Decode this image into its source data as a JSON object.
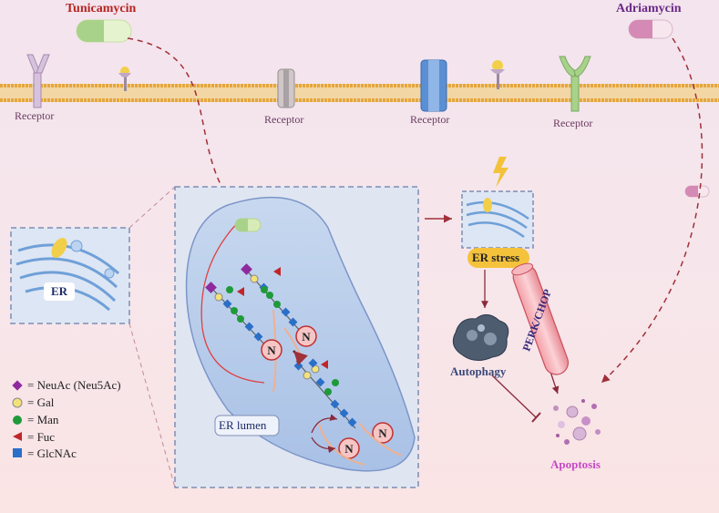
{
  "drugs": {
    "tunicamycin": "Tunicamycin",
    "adriamycin": "Adriamycin"
  },
  "receptors": [
    "Receptor",
    "Receptor",
    "Receptor",
    "Receptor"
  ],
  "er_label": "ER",
  "er_lumen": "ER lumen",
  "er_stress": "ER stress",
  "perk_chop": "PERK/CHOP",
  "autophagy": "Autophagy",
  "apoptosis": "Apoptosis",
  "n_label": "N",
  "legend": [
    {
      "symbol": "purple-diamond",
      "text": "= NeuAc (Neu5Ac)"
    },
    {
      "symbol": "yellow-circle",
      "text": "= Gal"
    },
    {
      "symbol": "green-circle",
      "text": "= Man"
    },
    {
      "symbol": "red-triangle",
      "text": "= Fuc"
    },
    {
      "symbol": "blue-square",
      "text": "= GlcNAc"
    }
  ],
  "colors": {
    "tunicamycin": "#b5241f",
    "adriamycin": "#6a2a86",
    "apoptosis": "#c648c8",
    "autophagy": "#3a4a7a",
    "membrane": "#e8b24a",
    "neuac": "#8e2a9e",
    "gal": "#f2e27a",
    "man": "#1f9a3a",
    "fuc": "#c0262a",
    "glcnac": "#2a6fc8"
  }
}
